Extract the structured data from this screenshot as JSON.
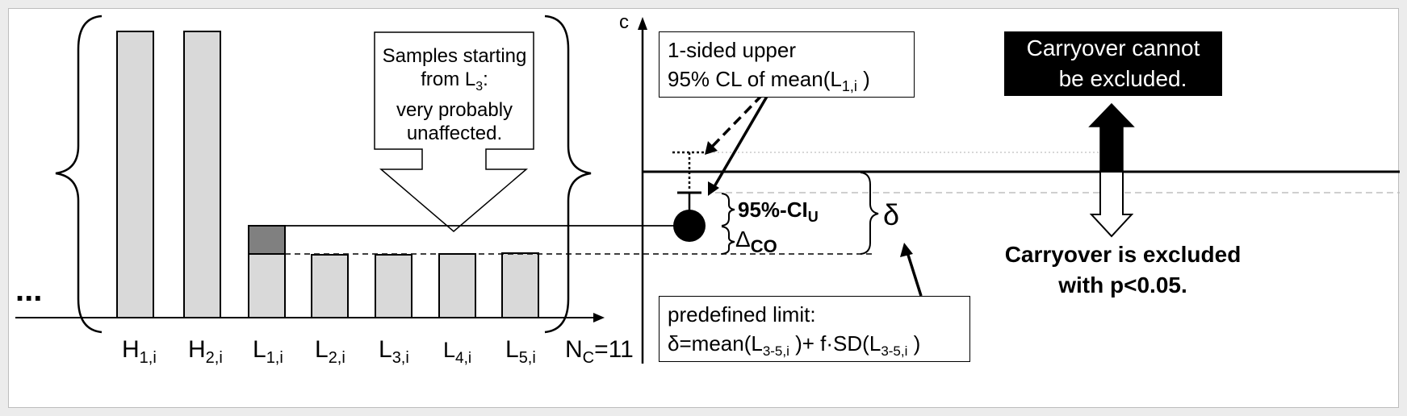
{
  "left_panel": {
    "ellipsis": "...",
    "bars": [
      {
        "main": "H",
        "sub": "1,i"
      },
      {
        "main": "H",
        "sub": "2,i"
      },
      {
        "main": "L",
        "sub": "1,i"
      },
      {
        "main": "L",
        "sub": "2,i"
      },
      {
        "main": "L",
        "sub": "3,i"
      },
      {
        "main": "L",
        "sub": "4,i"
      },
      {
        "main": "L",
        "sub": "5,i"
      }
    ],
    "nc_label": {
      "main": "N",
      "sub": "C",
      "tail": "=11"
    },
    "samples_note": {
      "line1": "Samples starting",
      "line2_main": "from L",
      "line2_sub": "3",
      "line2_tail": ":",
      "line3": "very probably",
      "line4": "unaffected."
    }
  },
  "right_panel": {
    "axis_label": "c",
    "upper_cl_note": {
      "line1": "1-sided upper",
      "line2_main": "95% CL of mean(L",
      "line2_sub": "1,i",
      "line2_tail": " )"
    },
    "ci_label": {
      "main": "95%-CI",
      "sub": "U"
    },
    "delta_co_label": {
      "main": "Δ",
      "sub": "CO"
    },
    "delta_symbol": "δ",
    "cannot_note": {
      "line1": "Carryover cannot",
      "line2": "be excluded."
    },
    "excluded_label": {
      "line1": "Carryover is excluded",
      "line2": "with p<0.05."
    },
    "limit_note": {
      "line1": "predefined limit:",
      "line2_a": "δ=mean(L",
      "line2_sub1": "3-5,i",
      "line2_b": " )+ f·SD(L",
      "line2_sub2": "3-5,i",
      "line2_c": " )"
    }
  },
  "colors": {
    "bar_fill": "#d9d9d9",
    "carryover_fill": "#808080",
    "line": "#000000",
    "threshold_dashed": "#bfbfbf"
  }
}
